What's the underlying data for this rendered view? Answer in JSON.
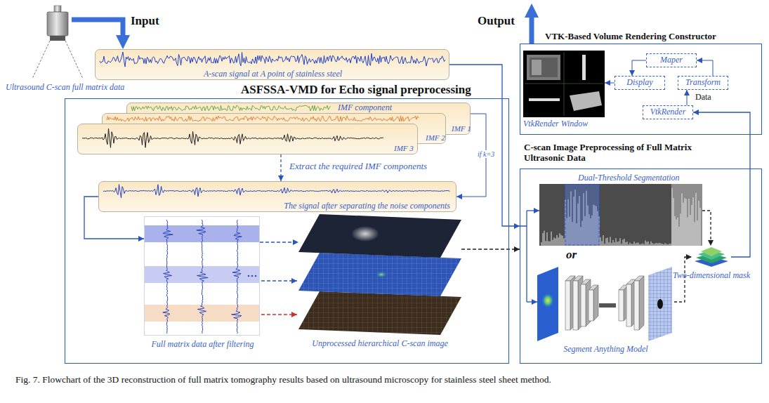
{
  "diagram": {
    "caption": "Fig. 7. Flowchart of the 3D reconstruction of full matrix tomography results based on ultrasound microscopy for stainless steel sheet method.",
    "nodes": [
      {
        "text": [
          "Ultrasound C-scan full matrix data"
        ]
      },
      {
        "text": [
          "A-scan signal at A point of stainless steel"
        ]
      },
      {
        "text": [
          "ASFSSA-VMD for Echo signal preprocessing"
        ]
      },
      {
        "text": [
          "IMF component",
          "IMF 1"
        ],
        "in": 2
      },
      {
        "text": [
          "IMF 2"
        ],
        "in": 2
      },
      {
        "text": [
          "IMF 3"
        ],
        "in": 2
      },
      {
        "text": [
          "The signal after separating the noise components"
        ],
        "in": 2
      },
      {
        "text": [
          "Full matrix data after filtering"
        ],
        "in": 2
      },
      {
        "text": [
          "Unprocessed hierarchical C-scan image"
        ],
        "in": 2
      },
      {
        "text": [
          "VTK-Based Volume Rendering Constructor"
        ]
      },
      {
        "text": [
          "VtkRender Window"
        ],
        "in": 9
      },
      {
        "text": [
          "Maper"
        ],
        "in": 9
      },
      {
        "text": [
          "Display"
        ],
        "in": 9
      },
      {
        "text": [
          "Transform"
        ],
        "in": 9
      },
      {
        "text": [
          "VtkRender"
        ],
        "in": 9
      },
      {
        "text": [
          "C-scan Image Preprocessing of Full Matrix Ultrasonic Data"
        ]
      },
      {
        "text": [
          "Dual-Threshold Segmentation"
        ],
        "in": 15
      },
      {
        "text": [
          "Segment Anything Model"
        ],
        "in": 15
      },
      {
        "text": [
          "Two-dimensional mask"
        ],
        "in": 15
      }
    ],
    "edges": [
      {
        "from": 0,
        "to": 1,
        "label": "Input",
        "arrow": "to"
      },
      {
        "from": 1,
        "to": 15,
        "arrow": "to"
      },
      {
        "from": 3,
        "to": 6,
        "label": "if k=3",
        "arrow": "to"
      },
      {
        "from": 5,
        "to": 6,
        "label": "Extract the required IMF components",
        "arrow": "to"
      },
      {
        "from": 6,
        "to": 7,
        "arrow": "to"
      },
      {
        "from": 7,
        "to": 8,
        "arrow": "to"
      },
      {
        "from": 8,
        "to": 15,
        "arrow": "to"
      },
      {
        "from": 16,
        "to": 18,
        "arrow": "to"
      },
      {
        "from": 17,
        "to": 18,
        "arrow": "to"
      },
      {
        "from": 18,
        "to": 14,
        "arrow": "to"
      },
      {
        "from": 14,
        "to": 13,
        "label": "Data",
        "arrow": "to"
      },
      {
        "from": 13,
        "to": 11,
        "arrow": "to"
      },
      {
        "from": 11,
        "to": 12,
        "arrow": "to"
      },
      {
        "from": 12,
        "to": 10,
        "arrow": "to"
      }
    ],
    "labels": [
      "Output",
      "or"
    ]
  }
}
